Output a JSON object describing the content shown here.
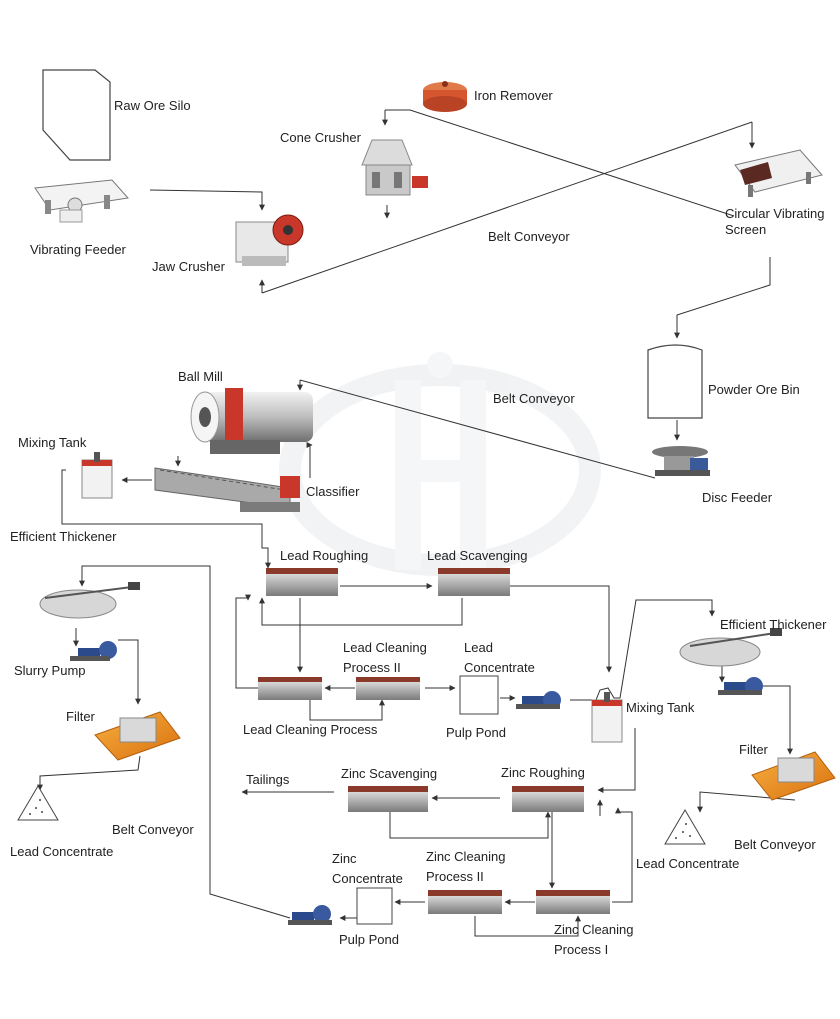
{
  "labels": {
    "raw_ore_silo": "Raw Ore Silo",
    "vibrating_feeder": "Vibrating Feeder",
    "jaw_crusher": "Jaw Crusher",
    "iron_remover": "Iron Remover",
    "cone_crusher": "Cone Crusher",
    "belt_conveyor_top": "Belt Conveyor",
    "circular_vibrating_screen": "Circular Vibrating Screen",
    "powder_ore_bin": "Powder Ore Bin",
    "disc_feeder": "Disc Feeder",
    "belt_conveyor_mid": "Belt Conveyor",
    "ball_mill": "Ball Mill",
    "classifier": "Classifier",
    "mixing_tank_left": "Mixing Tank",
    "efficient_thickener_left": "Efficient Thickener",
    "slurry_pump": "Slurry Pump",
    "filter_left": "Filter",
    "belt_conveyor_left": "Belt Conveyor",
    "lead_concentrate_left": "Lead Concentrate",
    "lead_roughing": "Lead Roughing",
    "lead_scavenging": "Lead Scavenging",
    "lead_cleaning_process_ii": "Lead Cleaning Process II",
    "lead_cleaning_process": "Lead Cleaning Process",
    "lead_concentrate_mid": "Lead Concentrate",
    "pulp_pond_mid": "Pulp Pond",
    "mixing_tank_right": "Mixing Tank",
    "efficient_thickener_right": "Efficient Thickener",
    "filter_right": "Filter",
    "belt_conveyor_right": "Belt Conveyor",
    "lead_concentrate_right": "Lead Concentrate",
    "tailings": "Tailings",
    "zinc_scavenging": "Zinc Scavenging",
    "zinc_roughing": "Zinc Roughing",
    "zinc_concentrate": "Zinc Concentrate",
    "zinc_cleaning_process_ii": "Zinc Cleaning Process II",
    "zinc_cleaning_process_i": "Zinc Cleaning Process I",
    "pulp_pond_bottom": "Pulp Pond"
  },
  "colors": {
    "flow_line": "#333333",
    "crusher_red": "#c8372a",
    "iron_remover": "#d4552e",
    "filter_orange": "#e88a1a",
    "pump_blue": "#2b4a8c",
    "machine_gray": "#9aa0a6",
    "watermark": "#e9ecef"
  }
}
